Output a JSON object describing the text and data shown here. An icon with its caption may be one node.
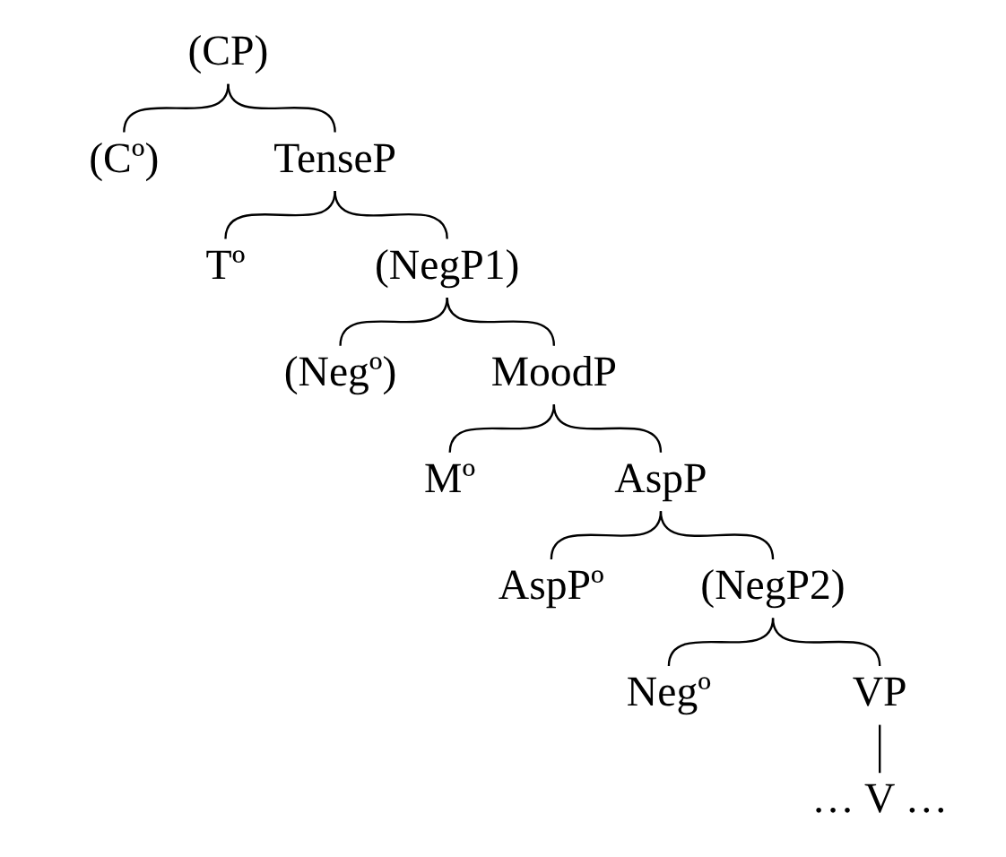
{
  "diagram": {
    "nodes": [
      {
        "text": [
          "(CP)"
        ]
      },
      {
        "text": [
          "(Cº)"
        ]
      },
      {
        "text": [
          "TenseP"
        ]
      },
      {
        "text": [
          "Tº"
        ]
      },
      {
        "text": [
          "(NegP1)"
        ]
      },
      {
        "text": [
          "(Negº)"
        ]
      },
      {
        "text": [
          "MoodP"
        ]
      },
      {
        "text": [
          "Mº"
        ]
      },
      {
        "text": [
          "AspP"
        ]
      },
      {
        "text": [
          "AspPº"
        ]
      },
      {
        "text": [
          "(NegP2)"
        ]
      },
      {
        "text": [
          "Negº"
        ]
      },
      {
        "text": [
          "VP"
        ]
      },
      {
        "text": [
          "… V …"
        ]
      }
    ],
    "edges": [
      {
        "from": 0,
        "to": 1,
        "arrow": "none"
      },
      {
        "from": 0,
        "to": 2,
        "arrow": "none"
      },
      {
        "from": 2,
        "to": 3,
        "arrow": "none"
      },
      {
        "from": 2,
        "to": 4,
        "arrow": "none"
      },
      {
        "from": 4,
        "to": 5,
        "arrow": "none"
      },
      {
        "from": 4,
        "to": 6,
        "arrow": "none"
      },
      {
        "from": 6,
        "to": 7,
        "arrow": "none"
      },
      {
        "from": 6,
        "to": 8,
        "arrow": "none"
      },
      {
        "from": 8,
        "to": 9,
        "arrow": "none"
      },
      {
        "from": 8,
        "to": 10,
        "arrow": "none"
      },
      {
        "from": 10,
        "to": 11,
        "arrow": "none"
      },
      {
        "from": 10,
        "to": 12,
        "arrow": "none"
      },
      {
        "from": 12,
        "to": 13,
        "arrow": "none"
      }
    ]
  }
}
